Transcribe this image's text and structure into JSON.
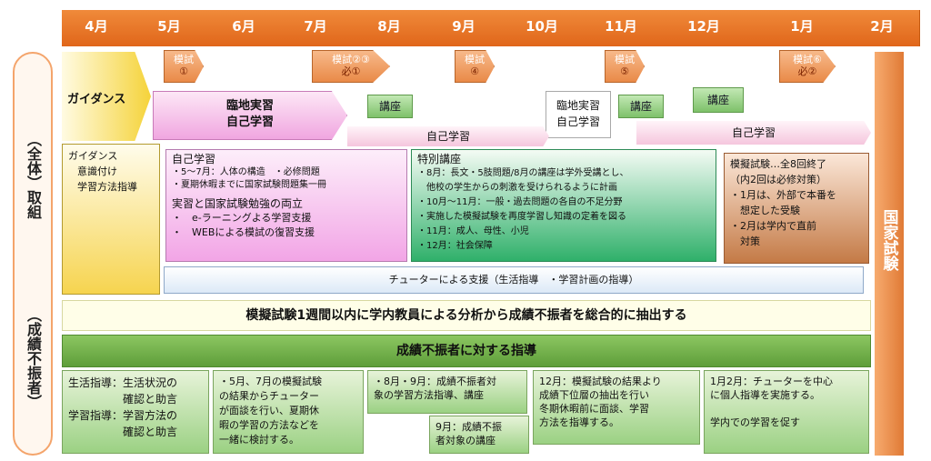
{
  "months": [
    "4月",
    "5月",
    "6月",
    "7月",
    "8月",
    "9月",
    "10月",
    "11月",
    "12月",
    "1月",
    "2月"
  ],
  "side": {
    "left_top": "（全体）取組",
    "left_bottom": "（成績不振者）",
    "right": "国家試験"
  },
  "exams": [
    {
      "line1": "模試",
      "line2": "①"
    },
    {
      "line1": "模試②③",
      "line2": "必①"
    },
    {
      "line1": "模試",
      "line2": "④"
    },
    {
      "line1": "模試",
      "line2": "⑤"
    },
    {
      "line1": "模試⑥",
      "line2": "必②"
    }
  ],
  "guidance": "ガイダンス",
  "rinchi1": {
    "line1": "臨地実習",
    "line2": "自己学習"
  },
  "rinchi2": {
    "line1": "臨地実習",
    "line2": "自己学習"
  },
  "koza": [
    "講座",
    "講座",
    "講座"
  ],
  "self_study": [
    "自己学習",
    "自己学習"
  ],
  "panel_guidance": [
    "ガイダンス",
    "意識付け",
    "学習方法指導"
  ],
  "panel_self": {
    "title": "自己学習",
    "lines": [
      "・5〜7月：人体の構造　・必修問題",
      "・夏期休暇までに国家試験問題集一冊"
    ],
    "sub": "実習と国家試験勉強の両立",
    "bullets": [
      "・　e-ラーニングよる学習支援",
      "・　WEBによる模試の復習支援"
    ]
  },
  "panel_special": {
    "title": "特別講座",
    "lines": [
      "・8月：長文・5肢問題/8月の講座は学外受講とし、",
      "　他校の学生からの刺激を受けられるように計画",
      "・10月〜11月：一般・過去問題の各自の不足分野",
      "・実施した模擬試験を再度学習し知識の定着を図る",
      "・11月：成人、母性、小児",
      "・12月：社会保障"
    ]
  },
  "panel_exam": {
    "lines": [
      "模擬試験…全8回終了",
      "（内2回は必修対策）",
      "・1月は、外部で本番を",
      "　想定した受験",
      "・2月は学内で直前",
      "　対策"
    ]
  },
  "tutor_bar": "チューターによる支援（生活指導　・学習計画の指導）",
  "yellow_bar": "模擬試験1週間以内に学内教員による分析から成績不振者を総合的に抽出する",
  "green_bar": "成績不振者に対する指導",
  "gboxes": [
    [
      "生活指導：生活状況の",
      "　　　　　確認と助言",
      "学習指導：学習方法の",
      "　　　　　確認と助言"
    ],
    [
      "・5月、7月の模擬試験",
      "の結果からチューター",
      "が面談を行い、夏期休",
      "暇の学習の方法などを",
      "一緒に検討する。"
    ],
    [
      "・8月・9月：成績不振者対",
      "象の学習方法指導、講座"
    ],
    [
      "9月：成績不振",
      "者対象の講座"
    ],
    [
      "12月：模擬試験の結果より",
      "成績下位層の抽出を行い",
      "冬期休暇前に面談、学習",
      "方法を指導する。"
    ],
    [
      "1月2月：チューターを中心",
      "に個人指導を実施する。",
      "",
      "学内での学習を促す"
    ]
  ]
}
